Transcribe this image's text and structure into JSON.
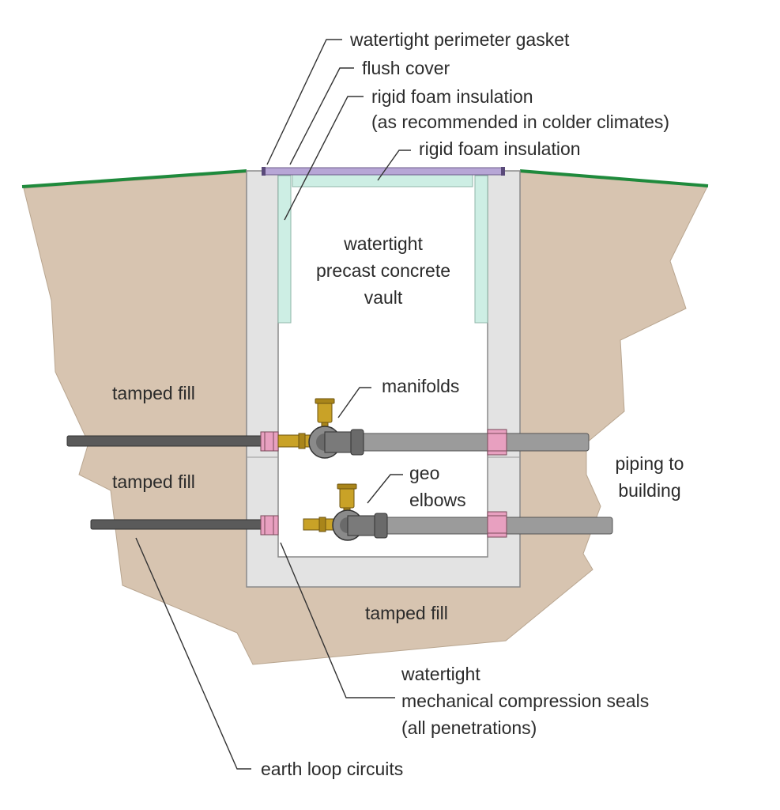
{
  "labels": {
    "watertight_perimeter_gasket": "watertight perimeter gasket",
    "flush_cover": "flush cover",
    "rigid_foam_walls_line1": "rigid foam insulation",
    "rigid_foam_walls_line2": "(as recommended in colder climates)",
    "rigid_foam_top": "rigid foam insulation",
    "vault_line1": "watertight",
    "vault_line2": "precast concrete",
    "vault_line3": "vault",
    "manifolds": "manifolds",
    "tamped_fill_upper": "tamped fill",
    "tamped_fill_middle": "tamped fill",
    "tamped_fill_bottom": "tamped fill",
    "piping_line1": "piping to",
    "piping_line2": "building",
    "geo_elbows_line1": "geo",
    "geo_elbows_line2": "elbows",
    "seals_line1": "watertight",
    "seals_line2": "mechanical compression seals",
    "seals_line3": "(all penetrations)",
    "earth_loop": "earth loop circuits"
  },
  "colors": {
    "soil": "#d7c4b0",
    "grade_line": "#1f8a3c",
    "concrete": "#e3e3e3",
    "concrete_edge": "#8a8a8a",
    "foam": "#cdeee4",
    "cover": "#b7a6d6",
    "pipe_dark": "#5a5a5a",
    "pipe_light": "#9b9b9b",
    "brass": "#c9a227",
    "seal_pink": "#e8a0c0"
  }
}
